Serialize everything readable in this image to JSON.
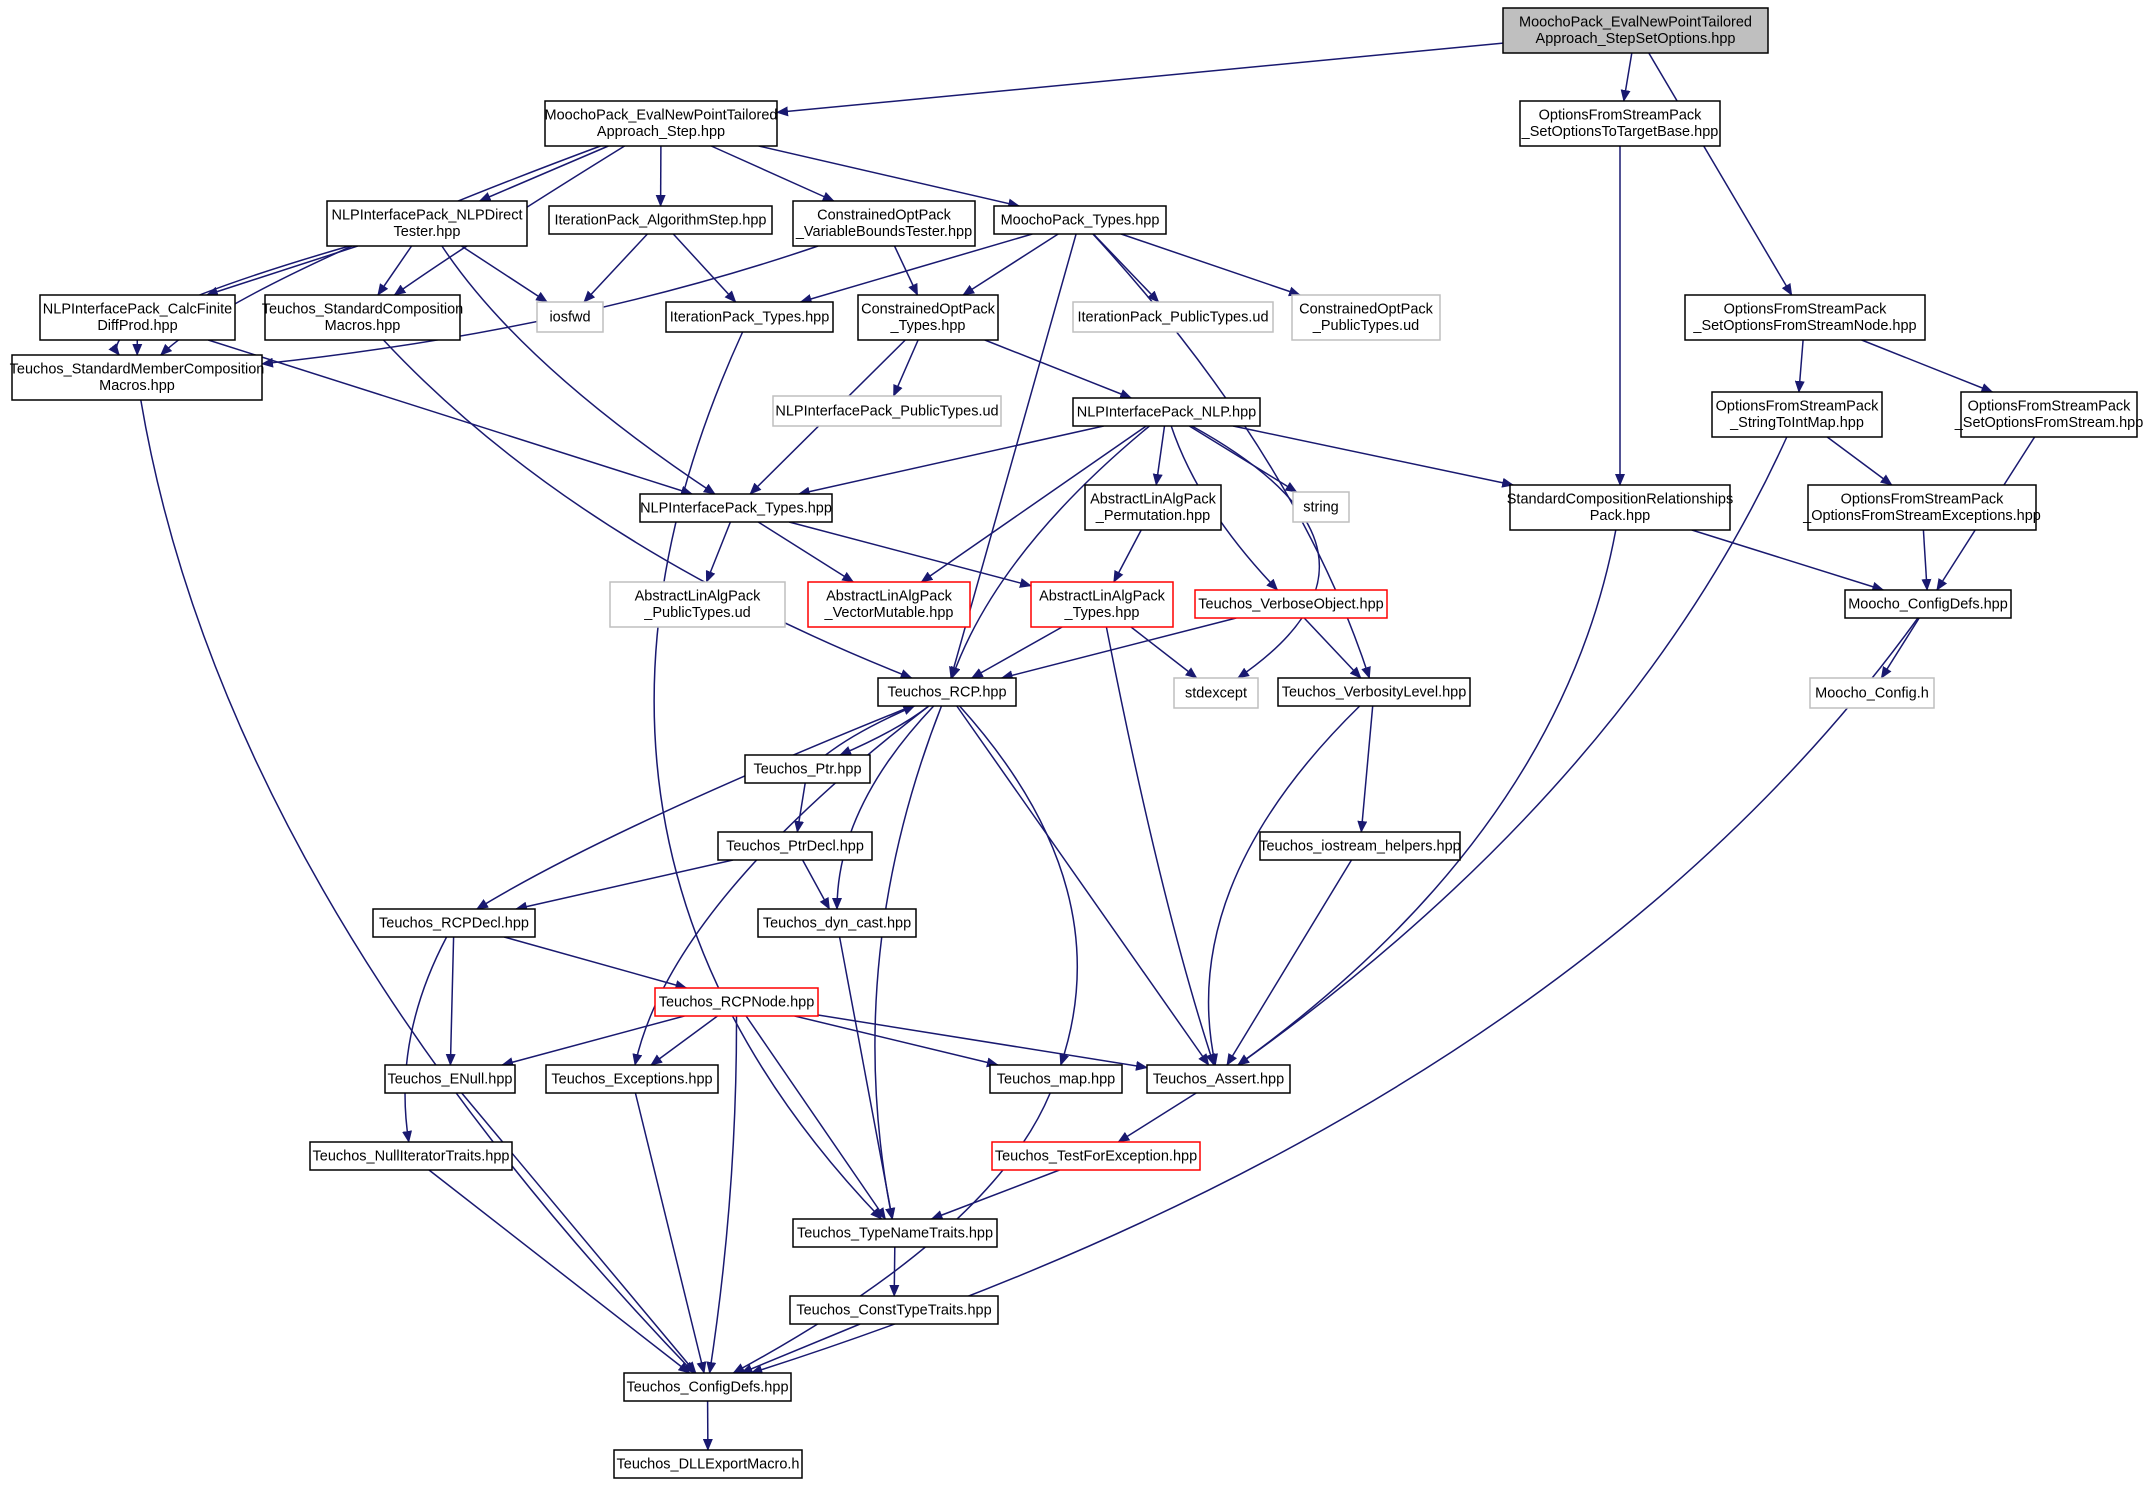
{
  "colors": {
    "edge": "#191970",
    "border_default": "#000000",
    "border_external": "#bfbfbf",
    "border_incomplete": "#ff0000",
    "root_fill": "#bfbfbf",
    "node_fill": "#ffffff"
  },
  "nodes": [
    {
      "id": "root",
      "lines": [
        "MoochoPack_EvalNewPointTailored",
        "Approach_StepSetOptions.hpp"
      ],
      "style": "root"
    },
    {
      "id": "step",
      "lines": [
        "MoochoPack_EvalNewPointTailored",
        "Approach_Step.hpp"
      ],
      "style": "normal"
    },
    {
      "id": "osp_target",
      "lines": [
        "OptionsFromStreamPack",
        "_SetOptionsToTargetBase.hpp"
      ],
      "style": "normal"
    },
    {
      "id": "nlp_direct",
      "lines": [
        "NLPInterfacePack_NLPDirect",
        "Tester.hpp"
      ],
      "style": "normal"
    },
    {
      "id": "iter_step",
      "lines": [
        "IterationPack_AlgorithmStep.hpp"
      ],
      "style": "normal"
    },
    {
      "id": "copt_vbt",
      "lines": [
        "ConstrainedOptPack",
        "_VariableBoundsTester.hpp"
      ],
      "style": "normal"
    },
    {
      "id": "mp_types",
      "lines": [
        "MoochoPack_Types.hpp"
      ],
      "style": "normal"
    },
    {
      "id": "osp_node",
      "lines": [
        "OptionsFromStreamPack",
        "_SetOptionsFromStreamNode.hpp"
      ],
      "style": "normal"
    },
    {
      "id": "calcfd",
      "lines": [
        "NLPInterfacePack_CalcFinite",
        "DiffProd.hpp"
      ],
      "style": "normal"
    },
    {
      "id": "std_comp",
      "lines": [
        "Teuchos_StandardComposition",
        "Macros.hpp"
      ],
      "style": "normal"
    },
    {
      "id": "iosfwd",
      "lines": [
        "iosfwd"
      ],
      "style": "external"
    },
    {
      "id": "iter_types",
      "lines": [
        "IterationPack_Types.hpp"
      ],
      "style": "normal"
    },
    {
      "id": "copt_types",
      "lines": [
        "ConstrainedOptPack",
        "_Types.hpp"
      ],
      "style": "normal"
    },
    {
      "id": "iter_pub",
      "lines": [
        "IterationPack_PublicTypes.ud"
      ],
      "style": "external"
    },
    {
      "id": "copt_pub",
      "lines": [
        "ConstrainedOptPack",
        "_PublicTypes.ud"
      ],
      "style": "external"
    },
    {
      "id": "std_member",
      "lines": [
        "Teuchos_StandardMemberComposition",
        "Macros.hpp"
      ],
      "style": "normal"
    },
    {
      "id": "nlp_pub",
      "lines": [
        "NLPInterfacePack_PublicTypes.ud"
      ],
      "style": "external"
    },
    {
      "id": "nlp_nlp",
      "lines": [
        "NLPInterfacePack_NLP.hpp"
      ],
      "style": "normal"
    },
    {
      "id": "osp_strint",
      "lines": [
        "OptionsFromStreamPack",
        "_StringToIntMap.hpp"
      ],
      "style": "normal"
    },
    {
      "id": "osp_stream",
      "lines": [
        "OptionsFromStreamPack",
        "_SetOptionsFromStream.hpp"
      ],
      "style": "normal"
    },
    {
      "id": "nlp_types",
      "lines": [
        "NLPInterfacePack_Types.hpp"
      ],
      "style": "normal"
    },
    {
      "id": "ala_perm",
      "lines": [
        "AbstractLinAlgPack",
        "_Permutation.hpp"
      ],
      "style": "normal"
    },
    {
      "id": "string",
      "lines": [
        "string"
      ],
      "style": "external"
    },
    {
      "id": "scr",
      "lines": [
        "StandardCompositionRelationships",
        "Pack.hpp"
      ],
      "style": "normal"
    },
    {
      "id": "osp_exc",
      "lines": [
        "OptionsFromStreamPack",
        "_OptionsFromStreamExceptions.hpp"
      ],
      "style": "normal"
    },
    {
      "id": "ala_pub",
      "lines": [
        "AbstractLinAlgPack",
        "_PublicTypes.ud"
      ],
      "style": "external"
    },
    {
      "id": "ala_vm",
      "lines": [
        "AbstractLinAlgPack",
        "_VectorMutable.hpp"
      ],
      "style": "red"
    },
    {
      "id": "ala_types",
      "lines": [
        "AbstractLinAlgPack",
        "_Types.hpp"
      ],
      "style": "red"
    },
    {
      "id": "verbose",
      "lines": [
        "Teuchos_VerboseObject.hpp"
      ],
      "style": "red"
    },
    {
      "id": "moocho_cfg",
      "lines": [
        "Moocho_ConfigDefs.hpp"
      ],
      "style": "normal"
    },
    {
      "id": "rcp",
      "lines": [
        "Teuchos_RCP.hpp"
      ],
      "style": "normal"
    },
    {
      "id": "stdexcept",
      "lines": [
        "stdexcept"
      ],
      "style": "external"
    },
    {
      "id": "verbosity",
      "lines": [
        "Teuchos_VerbosityLevel.hpp"
      ],
      "style": "normal"
    },
    {
      "id": "moocho_h",
      "lines": [
        "Moocho_Config.h"
      ],
      "style": "external"
    },
    {
      "id": "ptr",
      "lines": [
        "Teuchos_Ptr.hpp"
      ],
      "style": "normal"
    },
    {
      "id": "ptrdecl",
      "lines": [
        "Teuchos_PtrDecl.hpp"
      ],
      "style": "normal"
    },
    {
      "id": "ios_help",
      "lines": [
        "Teuchos_iostream_helpers.hpp"
      ],
      "style": "normal"
    },
    {
      "id": "rcpdecl",
      "lines": [
        "Teuchos_RCPDecl.hpp"
      ],
      "style": "normal"
    },
    {
      "id": "dyncast",
      "lines": [
        "Teuchos_dyn_cast.hpp"
      ],
      "style": "normal"
    },
    {
      "id": "rcpnode",
      "lines": [
        "Teuchos_RCPNode.hpp"
      ],
      "style": "red"
    },
    {
      "id": "enull",
      "lines": [
        "Teuchos_ENull.hpp"
      ],
      "style": "normal"
    },
    {
      "id": "exceptions",
      "lines": [
        "Teuchos_Exceptions.hpp"
      ],
      "style": "normal"
    },
    {
      "id": "map",
      "lines": [
        "Teuchos_map.hpp"
      ],
      "style": "normal"
    },
    {
      "id": "assert",
      "lines": [
        "Teuchos_Assert.hpp"
      ],
      "style": "normal"
    },
    {
      "id": "nulliter",
      "lines": [
        "Teuchos_NullIteratorTraits.hpp"
      ],
      "style": "normal"
    },
    {
      "id": "testexc",
      "lines": [
        "Teuchos_TestForException.hpp"
      ],
      "style": "red"
    },
    {
      "id": "typename",
      "lines": [
        "Teuchos_TypeNameTraits.hpp"
      ],
      "style": "normal"
    },
    {
      "id": "consttype",
      "lines": [
        "Teuchos_ConstTypeTraits.hpp"
      ],
      "style": "normal"
    },
    {
      "id": "configdefs",
      "lines": [
        "Teuchos_ConfigDefs.hpp"
      ],
      "style": "normal"
    },
    {
      "id": "dllexport",
      "lines": [
        "Teuchos_DLLExportMacro.h"
      ],
      "style": "normal"
    }
  ],
  "edges": [
    [
      "root",
      "step"
    ],
    [
      "root",
      "osp_target"
    ],
    [
      "root",
      "osp_node"
    ],
    [
      "step",
      "nlp_direct"
    ],
    [
      "step",
      "iter_step"
    ],
    [
      "step",
      "copt_vbt"
    ],
    [
      "step",
      "mp_types"
    ],
    [
      "step",
      "std_comp"
    ],
    [
      "step",
      "std_member"
    ],
    [
      "osp_target",
      "scr"
    ],
    [
      "nlp_direct",
      "calcfd"
    ],
    [
      "nlp_direct",
      "std_comp"
    ],
    [
      "nlp_direct",
      "iosfwd"
    ],
    [
      "nlp_direct",
      "std_member"
    ],
    [
      "nlp_direct",
      "nlp_types"
    ],
    [
      "iter_step",
      "iosfwd"
    ],
    [
      "iter_step",
      "iter_types"
    ],
    [
      "copt_vbt",
      "copt_types"
    ],
    [
      "copt_vbt",
      "std_member"
    ],
    [
      "mp_types",
      "iter_types"
    ],
    [
      "mp_types",
      "copt_types"
    ],
    [
      "mp_types",
      "iter_pub"
    ],
    [
      "mp_types",
      "copt_pub"
    ],
    [
      "mp_types",
      "rcp"
    ],
    [
      "mp_types",
      "verbosity"
    ],
    [
      "osp_node",
      "osp_strint"
    ],
    [
      "osp_node",
      "osp_stream"
    ],
    [
      "calcfd",
      "std_member"
    ],
    [
      "calcfd",
      "nlp_types"
    ],
    [
      "std_comp",
      "rcp"
    ],
    [
      "iter_types",
      "typename"
    ],
    [
      "copt_types",
      "nlp_pub"
    ],
    [
      "copt_types",
      "nlp_nlp"
    ],
    [
      "copt_types",
      "nlp_types"
    ],
    [
      "std_member",
      "configdefs"
    ],
    [
      "nlp_nlp",
      "nlp_types"
    ],
    [
      "nlp_nlp",
      "ala_perm"
    ],
    [
      "nlp_nlp",
      "string"
    ],
    [
      "nlp_nlp",
      "scr"
    ],
    [
      "nlp_nlp",
      "ala_vm"
    ],
    [
      "nlp_nlp",
      "verbose"
    ],
    [
      "nlp_nlp",
      "stdexcept"
    ],
    [
      "nlp_nlp",
      "rcp"
    ],
    [
      "osp_strint",
      "osp_exc"
    ],
    [
      "osp_strint",
      "assert"
    ],
    [
      "osp_stream",
      "moocho_cfg"
    ],
    [
      "nlp_types",
      "ala_pub"
    ],
    [
      "nlp_types",
      "ala_vm"
    ],
    [
      "nlp_types",
      "ala_types"
    ],
    [
      "ala_perm",
      "ala_types"
    ],
    [
      "scr",
      "moocho_cfg"
    ],
    [
      "scr",
      "assert"
    ],
    [
      "osp_exc",
      "moocho_cfg"
    ],
    [
      "ala_types",
      "rcp"
    ],
    [
      "ala_types",
      "stdexcept"
    ],
    [
      "ala_types",
      "assert"
    ],
    [
      "verbose",
      "rcp"
    ],
    [
      "verbose",
      "verbosity"
    ],
    [
      "moocho_cfg",
      "moocho_h"
    ],
    [
      "moocho_cfg",
      "configdefs"
    ],
    [
      "rcp",
      "ptr"
    ],
    [
      "rcp",
      "rcpdecl"
    ],
    [
      "rcp",
      "dyncast"
    ],
    [
      "rcp",
      "exceptions"
    ],
    [
      "rcp",
      "map"
    ],
    [
      "rcp",
      "assert"
    ],
    [
      "rcp",
      "typename"
    ],
    [
      "verbosity",
      "ios_help"
    ],
    [
      "verbosity",
      "assert"
    ],
    [
      "ptr",
      "rcp"
    ],
    [
      "ptr",
      "ptrdecl"
    ],
    [
      "ptrdecl",
      "rcpdecl"
    ],
    [
      "ptrdecl",
      "dyncast"
    ],
    [
      "ios_help",
      "assert"
    ],
    [
      "rcpdecl",
      "rcpnode"
    ],
    [
      "rcpdecl",
      "enull"
    ],
    [
      "rcpdecl",
      "nulliter"
    ],
    [
      "dyncast",
      "typename"
    ],
    [
      "rcpnode",
      "enull"
    ],
    [
      "rcpnode",
      "exceptions"
    ],
    [
      "rcpnode",
      "map"
    ],
    [
      "rcpnode",
      "assert"
    ],
    [
      "rcpnode",
      "typename"
    ],
    [
      "rcpnode",
      "configdefs"
    ],
    [
      "enull",
      "configdefs"
    ],
    [
      "exceptions",
      "configdefs"
    ],
    [
      "map",
      "configdefs"
    ],
    [
      "assert",
      "testexc"
    ],
    [
      "nulliter",
      "configdefs"
    ],
    [
      "testexc",
      "typename"
    ],
    [
      "typename",
      "consttype"
    ],
    [
      "consttype",
      "configdefs"
    ],
    [
      "configdefs",
      "dllexport"
    ]
  ]
}
